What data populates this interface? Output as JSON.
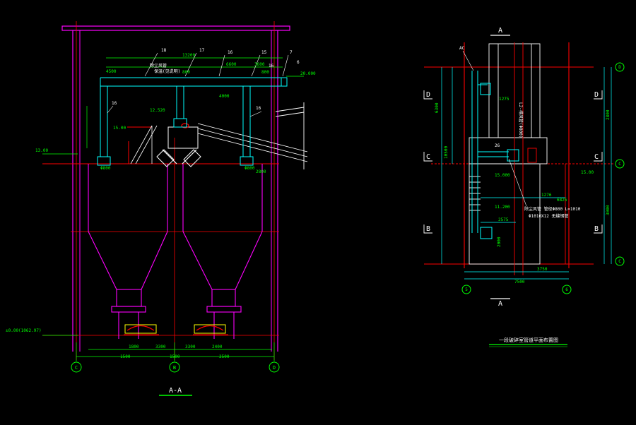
{
  "colors": {
    "background": "#000000",
    "structure": "#ff00ff",
    "axis_red": "#ff0000",
    "duct": "#00ffff",
    "dimension": "#00ff00",
    "text": "#ffffff",
    "callout": "#ffff00",
    "equipment": "#ff0000"
  },
  "section_view": {
    "title": "A-A",
    "axis_bubbles": [
      "C",
      "B",
      "D"
    ],
    "elevations": {
      "roof_ridge": "20.000",
      "floor_upper": "15.00",
      "platform": "13.00",
      "ground": "±0.00(1062.97)"
    },
    "callouts": [
      "18",
      "17",
      "16",
      "15",
      "7",
      "6",
      "16",
      "16",
      "16"
    ],
    "dimensions": {
      "top_left": "13200",
      "top_mid": "6600",
      "top_right": "3600",
      "small_a": "800",
      "small_b": "800",
      "bottom_row": [
        "1800",
        "3300",
        "3300",
        "2400"
      ],
      "bottom_spans": [
        "1500",
        "1500",
        "2500"
      ],
      "duct_size_left": "Φ800",
      "duct_size_right": "Φ800",
      "vertical_a": "4000",
      "vertical_b": "2800",
      "label_small": "12.520",
      "label_left_drop": "4500"
    },
    "notes": {
      "duct_note_line1": "除尘风管",
      "duct_note_line2": "保温(见说明)"
    }
  },
  "plan_view": {
    "title": "一段破碎室管道平面布置图",
    "section_marks": [
      "A",
      "A"
    ],
    "axis_letters_left": [
      "D",
      "C",
      "B"
    ],
    "axis_letters_right": [
      "D",
      "C",
      "B"
    ],
    "axis_bubbles_right": [
      "D",
      "C",
      "C"
    ],
    "axis_bubbles_bottom": [
      "5",
      "6"
    ],
    "callouts": [
      "AC",
      "26"
    ],
    "elevations": [
      "15.000",
      "11.200",
      "15.00"
    ],
    "dimensions": {
      "left_vertical_a": "6300",
      "left_vertical_b": "10500",
      "right_a": "2800",
      "right_b": "3000",
      "h1": "1276",
      "h2": "6825",
      "h3": "2575",
      "bottom_a": "3750",
      "bottom_b": "7500",
      "top": "1275",
      "vertical_small": "2000"
    },
    "annotation_line1": "除尘风管 管径Φ800  L=1010",
    "annotation_line2": "Φ1010X12 无缝钢管",
    "vertical_label": "L2-排风管(Φ800)"
  }
}
